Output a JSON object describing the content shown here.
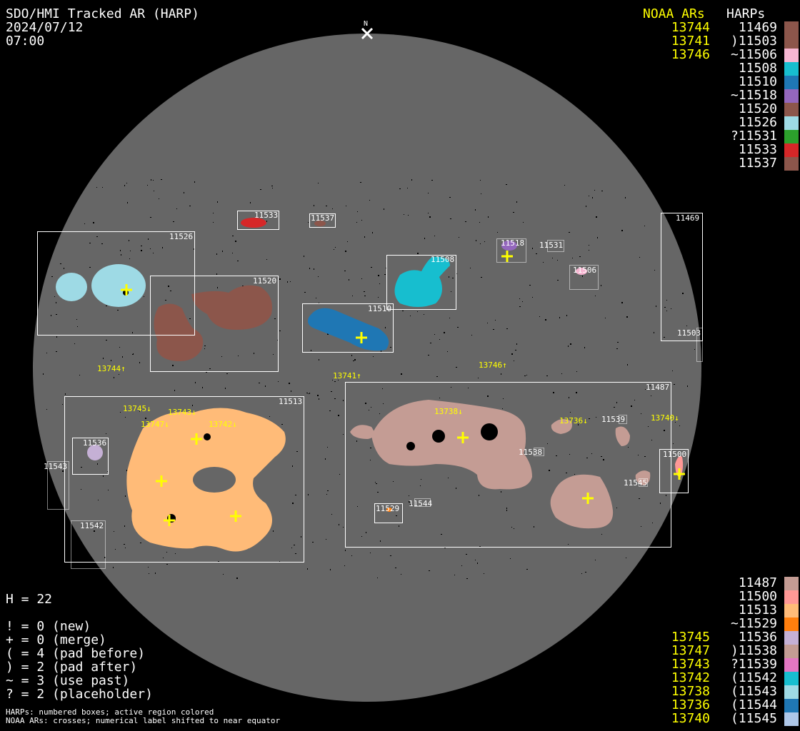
{
  "header": {
    "title": "SDO/HMI Tracked AR (HARP)",
    "date": "2024/07/12",
    "time": "07:00"
  },
  "north_label": "N",
  "top_legend": {
    "noaa_heading": "NOAA ARs",
    "harp_heading": "HARPs",
    "noaa": [
      "13744",
      "13741",
      "13746"
    ],
    "harps": [
      {
        "label": "11469",
        "color": "#8c564b"
      },
      {
        "label": ")11503",
        "color": "#8c564b"
      },
      {
        "label": "~11506",
        "color": "#f7b6d2"
      },
      {
        "label": "11508",
        "color": "#17becf"
      },
      {
        "label": "11510",
        "color": "#1f77b4"
      },
      {
        "label": "~11518",
        "color": "#9467bd"
      },
      {
        "label": "11520",
        "color": "#8c564b"
      },
      {
        "label": "11526",
        "color": "#9edae5"
      },
      {
        "label": "?11531",
        "color": "#2ca02c"
      },
      {
        "label": "11533",
        "color": "#d62728"
      },
      {
        "label": "11537",
        "color": "#8c564b"
      }
    ]
  },
  "bottom_legend": {
    "noaa": [
      "13745",
      "13747",
      "13743",
      "13742",
      "13738",
      "13736",
      "13740"
    ],
    "harps": [
      {
        "label": "11487",
        "color": "#c49c94"
      },
      {
        "label": "11500",
        "color": "#ff9896"
      },
      {
        "label": "11513",
        "color": "#ffbb78"
      },
      {
        "label": "~11529",
        "color": "#ff7f0e"
      },
      {
        "label": "11536",
        "color": "#c5b0d5"
      },
      {
        "label": ")11538",
        "color": "#c49c94"
      },
      {
        "label": "?11539",
        "color": "#e377c2"
      },
      {
        "label": "(11542",
        "color": "#17becf"
      },
      {
        "label": "(11543",
        "color": "#9edae5"
      },
      {
        "label": "(11544",
        "color": "#1f77b4"
      },
      {
        "label": "(11545",
        "color": "#aec7e8"
      }
    ]
  },
  "stats": {
    "h": "H = 22",
    "lines": [
      "! = 0 (new)",
      "+ = 0 (merge)",
      "( = 4 (pad before)",
      ") = 2 (pad after)",
      "~ = 3 (use past)",
      "? = 2 (placeholder)"
    ]
  },
  "footnotes": [
    "HARPs: numbered boxes; active region colored",
    "NOAA ARs: crosses; numerical label shifted to near equator"
  ],
  "disk_labels": {
    "harps": {
      "h11526": "11526",
      "h11533": "11533",
      "h11537": "11537",
      "h11520": "11520",
      "h11510": "11510",
      "h11508": "11508",
      "h11518": "11518",
      "h11531": "11531",
      "h11506": "11506",
      "h11469": "11469",
      "h11503": "11503",
      "h11513": "11513",
      "h11536": "11536",
      "h11543": "11543",
      "h11542": "11542",
      "h11487": "11487",
      "h11539": "11539",
      "h11538": "11538",
      "h11500": "11500",
      "h11545": "11545",
      "h11529": "11529",
      "h11544": "11544"
    },
    "noaa": {
      "n13744": "13744↑",
      "n13741": "13741↑",
      "n13746": "13746↑",
      "n13745": "13745↓",
      "n13743": "13743↓",
      "n13747": "13747↓",
      "n13742": "13742↓",
      "n13738": "13738↓",
      "n13736": "13736↓",
      "n13740": "13740↓"
    }
  },
  "colors": {
    "disk": "#666666",
    "noaa": "#ffff00",
    "box": "#ffffff"
  }
}
